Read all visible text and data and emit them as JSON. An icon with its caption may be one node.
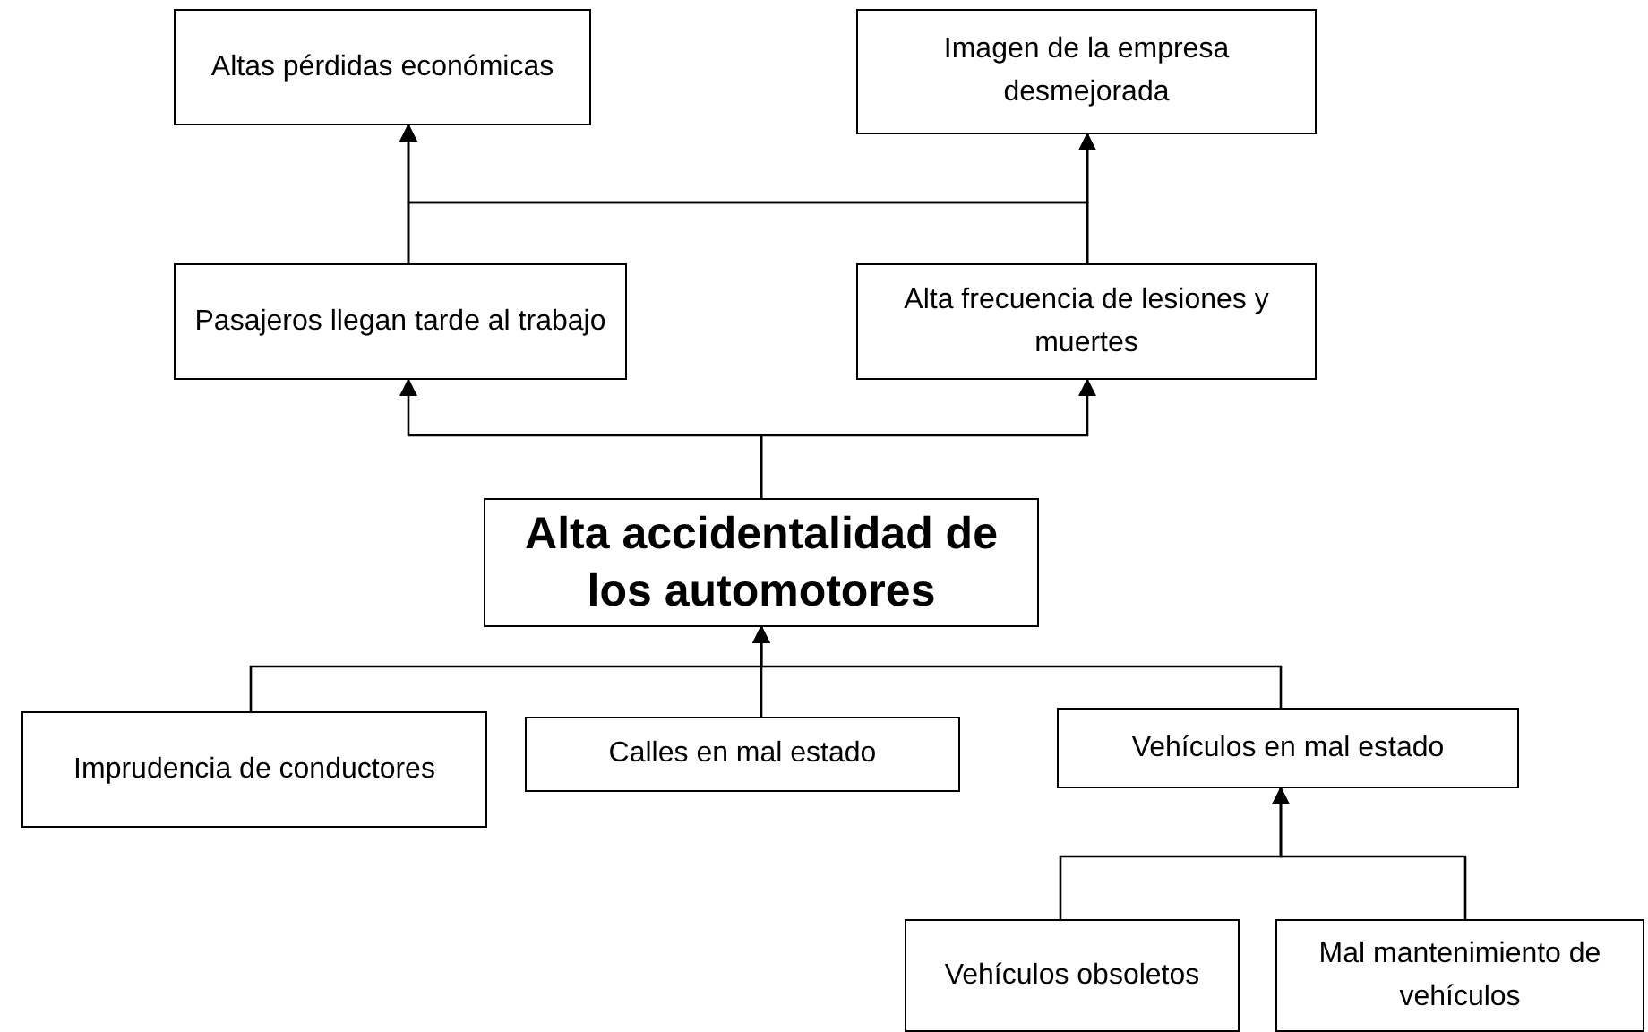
{
  "diagram": {
    "nodes": [
      {
        "text": [
          "Altas pérdidas económicas"
        ]
      },
      {
        "text": [
          "Imagen de la empresa desmejorada"
        ]
      },
      {
        "text": [
          "Pasajeros llegan tarde al trabajo"
        ]
      },
      {
        "text": [
          "Alta frecuencia de lesiones y muertes"
        ]
      },
      {
        "text": [
          "Alta accidentalidad de los automotores"
        ]
      },
      {
        "text": [
          "Imprudencia de conductores"
        ]
      },
      {
        "text": [
          "Calles en mal estado"
        ]
      },
      {
        "text": [
          "Vehículos en mal estado"
        ]
      },
      {
        "text": [
          "Vehículos obsoletos"
        ]
      },
      {
        "text": [
          "Mal mantenimiento de vehículos"
        ]
      }
    ],
    "edges": [
      {
        "from": 2,
        "to": 0,
        "arrow": "to"
      },
      {
        "from": 2,
        "to": 1,
        "arrow": "to"
      },
      {
        "from": 3,
        "to": 0,
        "arrow": "to"
      },
      {
        "from": 3,
        "to": 1,
        "arrow": "to"
      },
      {
        "from": 4,
        "to": 2,
        "arrow": "to"
      },
      {
        "from": 4,
        "to": 3,
        "arrow": "to"
      },
      {
        "from": 5,
        "to": 4,
        "arrow": "to"
      },
      {
        "from": 6,
        "to": 4,
        "arrow": "to"
      },
      {
        "from": 7,
        "to": 4,
        "arrow": "to"
      },
      {
        "from": 8,
        "to": 7,
        "arrow": "to"
      },
      {
        "from": 9,
        "to": 7,
        "arrow": "to"
      }
    ]
  }
}
